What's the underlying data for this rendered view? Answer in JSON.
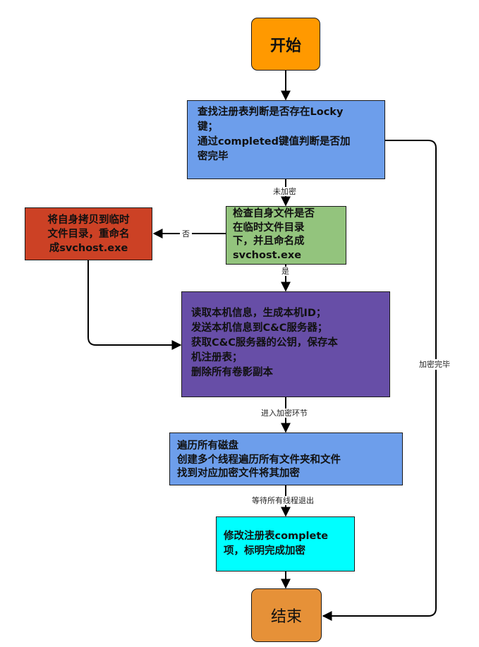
{
  "nodes": {
    "start": {
      "text": "开始",
      "fill": "#ff9900"
    },
    "check_registry": {
      "text": "查找注册表判断是否存在Locky\n键；\n通过completed键值判断是否加\n密完毕",
      "fill": "#6d9eeb"
    },
    "check_self": {
      "text": "检查自身文件是否\n在临时文件目录\n下，并且命名成\nsvchost.exe",
      "fill": "#93c47d"
    },
    "copy_self": {
      "text": "将自身拷贝到临时\n文件目录，重命名\n成svchost.exe",
      "fill": "#cc4125"
    },
    "read_info": {
      "text": "读取本机信息，生成本机ID；\n发送本机信息到C&C服务器；\n获取C&C服务器的公钥，保存本\n机注册表；\n删除所有卷影副本",
      "fill": "#674ea7"
    },
    "traverse": {
      "text": "遍历所有磁盘\n创建多个线程遍历所有文件夹和文件\n找到对应加密文件将其加密",
      "fill": "#6d9eeb"
    },
    "mark_done": {
      "text": "修改注册表complete\n项，标明完成加密",
      "fill": "#00ffff"
    },
    "end": {
      "text": "结束",
      "fill": "#e69138"
    }
  },
  "edge_labels": {
    "not_encrypted": "未加密",
    "no": "否",
    "yes": "是",
    "enter_encrypt": "进入加密环节",
    "wait_threads": "等待所有线程退出",
    "encrypted_done": "加密完毕"
  },
  "colors": {
    "stroke": "#000000"
  }
}
